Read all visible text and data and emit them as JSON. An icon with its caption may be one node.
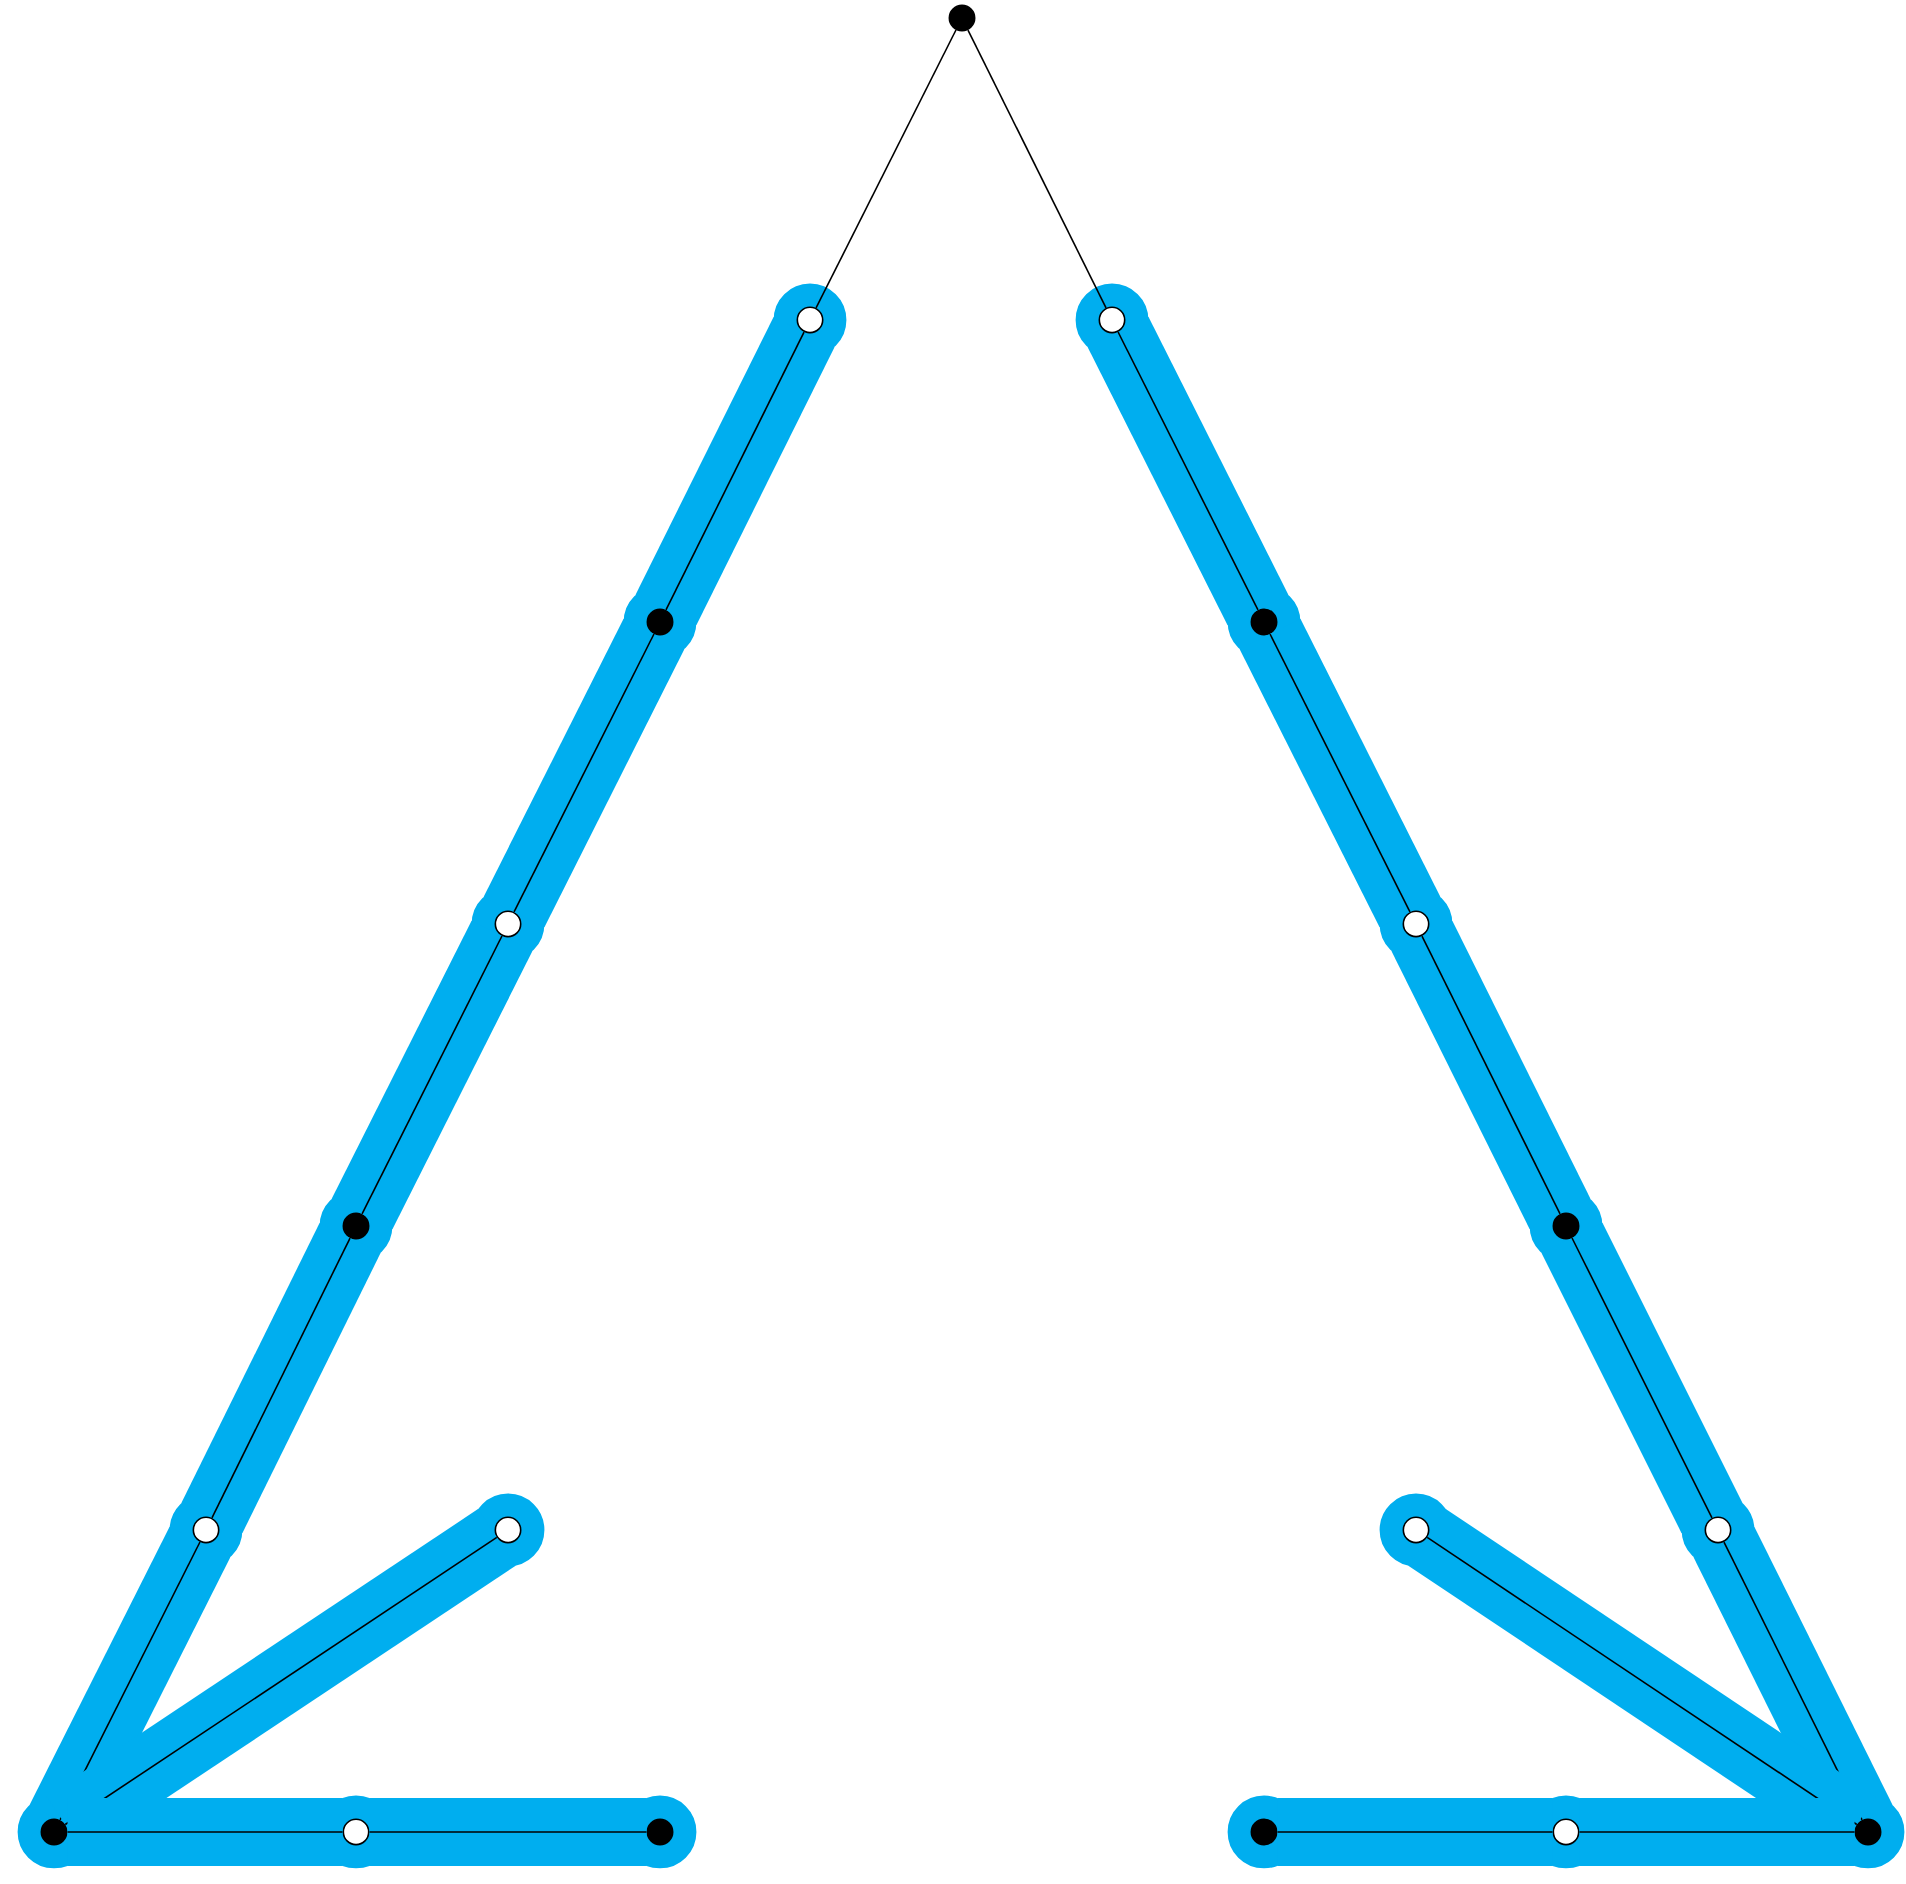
{
  "diagram": {
    "nodes": [
      {
        "text": [],
        "shape": "circle"
      },
      {
        "text": [],
        "shape": "circle"
      },
      {
        "text": [],
        "shape": "circle"
      },
      {
        "text": [],
        "shape": "circle"
      },
      {
        "text": [],
        "shape": "circle"
      },
      {
        "text": [],
        "shape": "circle"
      },
      {
        "text": [],
        "shape": "circle"
      },
      {
        "text": [],
        "shape": "circle"
      },
      {
        "text": [],
        "shape": "circle"
      },
      {
        "text": [],
        "shape": "circle"
      },
      {
        "text": [],
        "shape": "circle"
      },
      {
        "text": [],
        "shape": "circle"
      },
      {
        "text": [],
        "shape": "circle"
      },
      {
        "text": [],
        "shape": "circle"
      },
      {
        "text": [],
        "shape": "circle"
      },
      {
        "text": [],
        "shape": "circle"
      },
      {
        "text": [],
        "shape": "circle"
      },
      {
        "text": [],
        "shape": "circle"
      },
      {
        "text": [],
        "shape": "circle"
      }
    ],
    "edges": [
      {
        "from": 0,
        "to": 1,
        "arrow": "none",
        "color": "#000000"
      },
      {
        "from": 0,
        "to": 2,
        "arrow": "none",
        "color": "#000000"
      },
      {
        "from": 1,
        "to": 3,
        "arrow": "none"
      },
      {
        "from": 3,
        "to": 5,
        "arrow": "none"
      },
      {
        "from": 5,
        "to": 7,
        "arrow": "none"
      },
      {
        "from": 7,
        "to": 9,
        "arrow": "none"
      },
      {
        "from": 9,
        "to": 13,
        "arrow": "none"
      },
      {
        "from": 13,
        "to": 10,
        "arrow": "none"
      },
      {
        "from": 13,
        "to": 14,
        "arrow": "none"
      },
      {
        "from": 14,
        "to": 15,
        "arrow": "none"
      },
      {
        "from": 2,
        "to": 4,
        "arrow": "none"
      },
      {
        "from": 4,
        "to": 6,
        "arrow": "none"
      },
      {
        "from": 6,
        "to": 8,
        "arrow": "none"
      },
      {
        "from": 8,
        "to": 12,
        "arrow": "none"
      },
      {
        "from": 12,
        "to": 18,
        "arrow": "none"
      },
      {
        "from": 18,
        "to": 11,
        "arrow": "none"
      },
      {
        "from": 18,
        "to": 17,
        "arrow": "none"
      },
      {
        "from": 17,
        "to": 16,
        "arrow": "none"
      }
    ]
  }
}
